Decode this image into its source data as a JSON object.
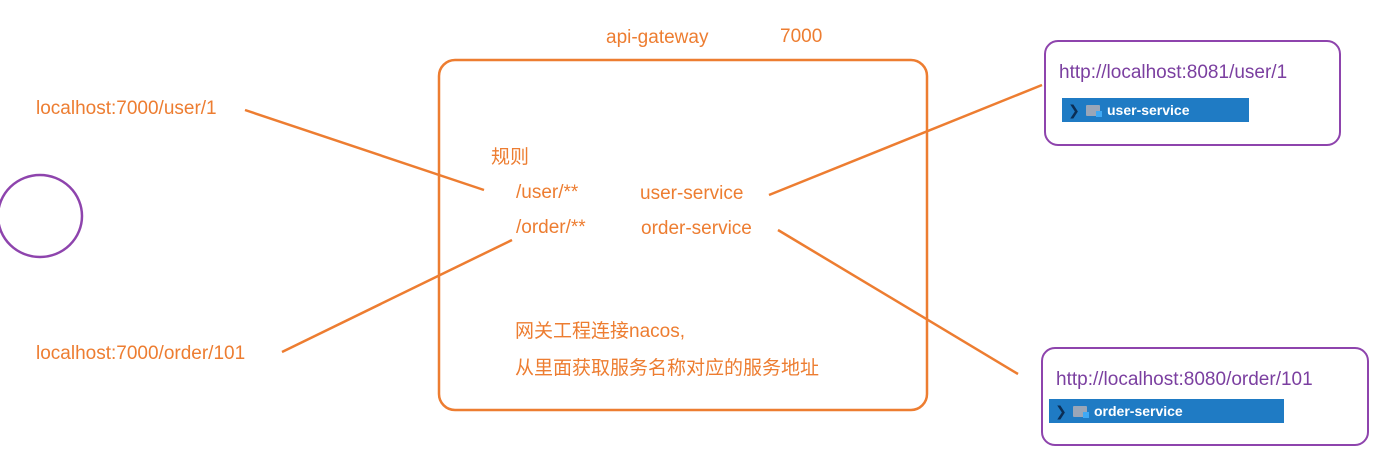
{
  "gateway": {
    "name": "api-gateway",
    "port": "7000",
    "rules_title": "规则",
    "rules": [
      {
        "path": "/user/**",
        "service": "user-service"
      },
      {
        "path": "/order/**",
        "service": "order-service"
      }
    ],
    "note_line1": "网关工程连接nacos,",
    "note_line2": "从里面获取服务名称对应的服务地址"
  },
  "requests": {
    "user": "localhost:7000/user/1",
    "order": "localhost:7000/order/101"
  },
  "targets": {
    "user": {
      "url": "http://localhost:8081/user/1",
      "service": "user-service"
    },
    "order": {
      "url": "http://localhost:8080/order/101",
      "service": "order-service"
    }
  },
  "colors": {
    "accent": "#ED7D31",
    "purple": "#8E44AD",
    "service_bar": "#1F7BC4"
  },
  "icons": {
    "chevron": "chevron-right-icon",
    "folder": "folder-icon"
  }
}
